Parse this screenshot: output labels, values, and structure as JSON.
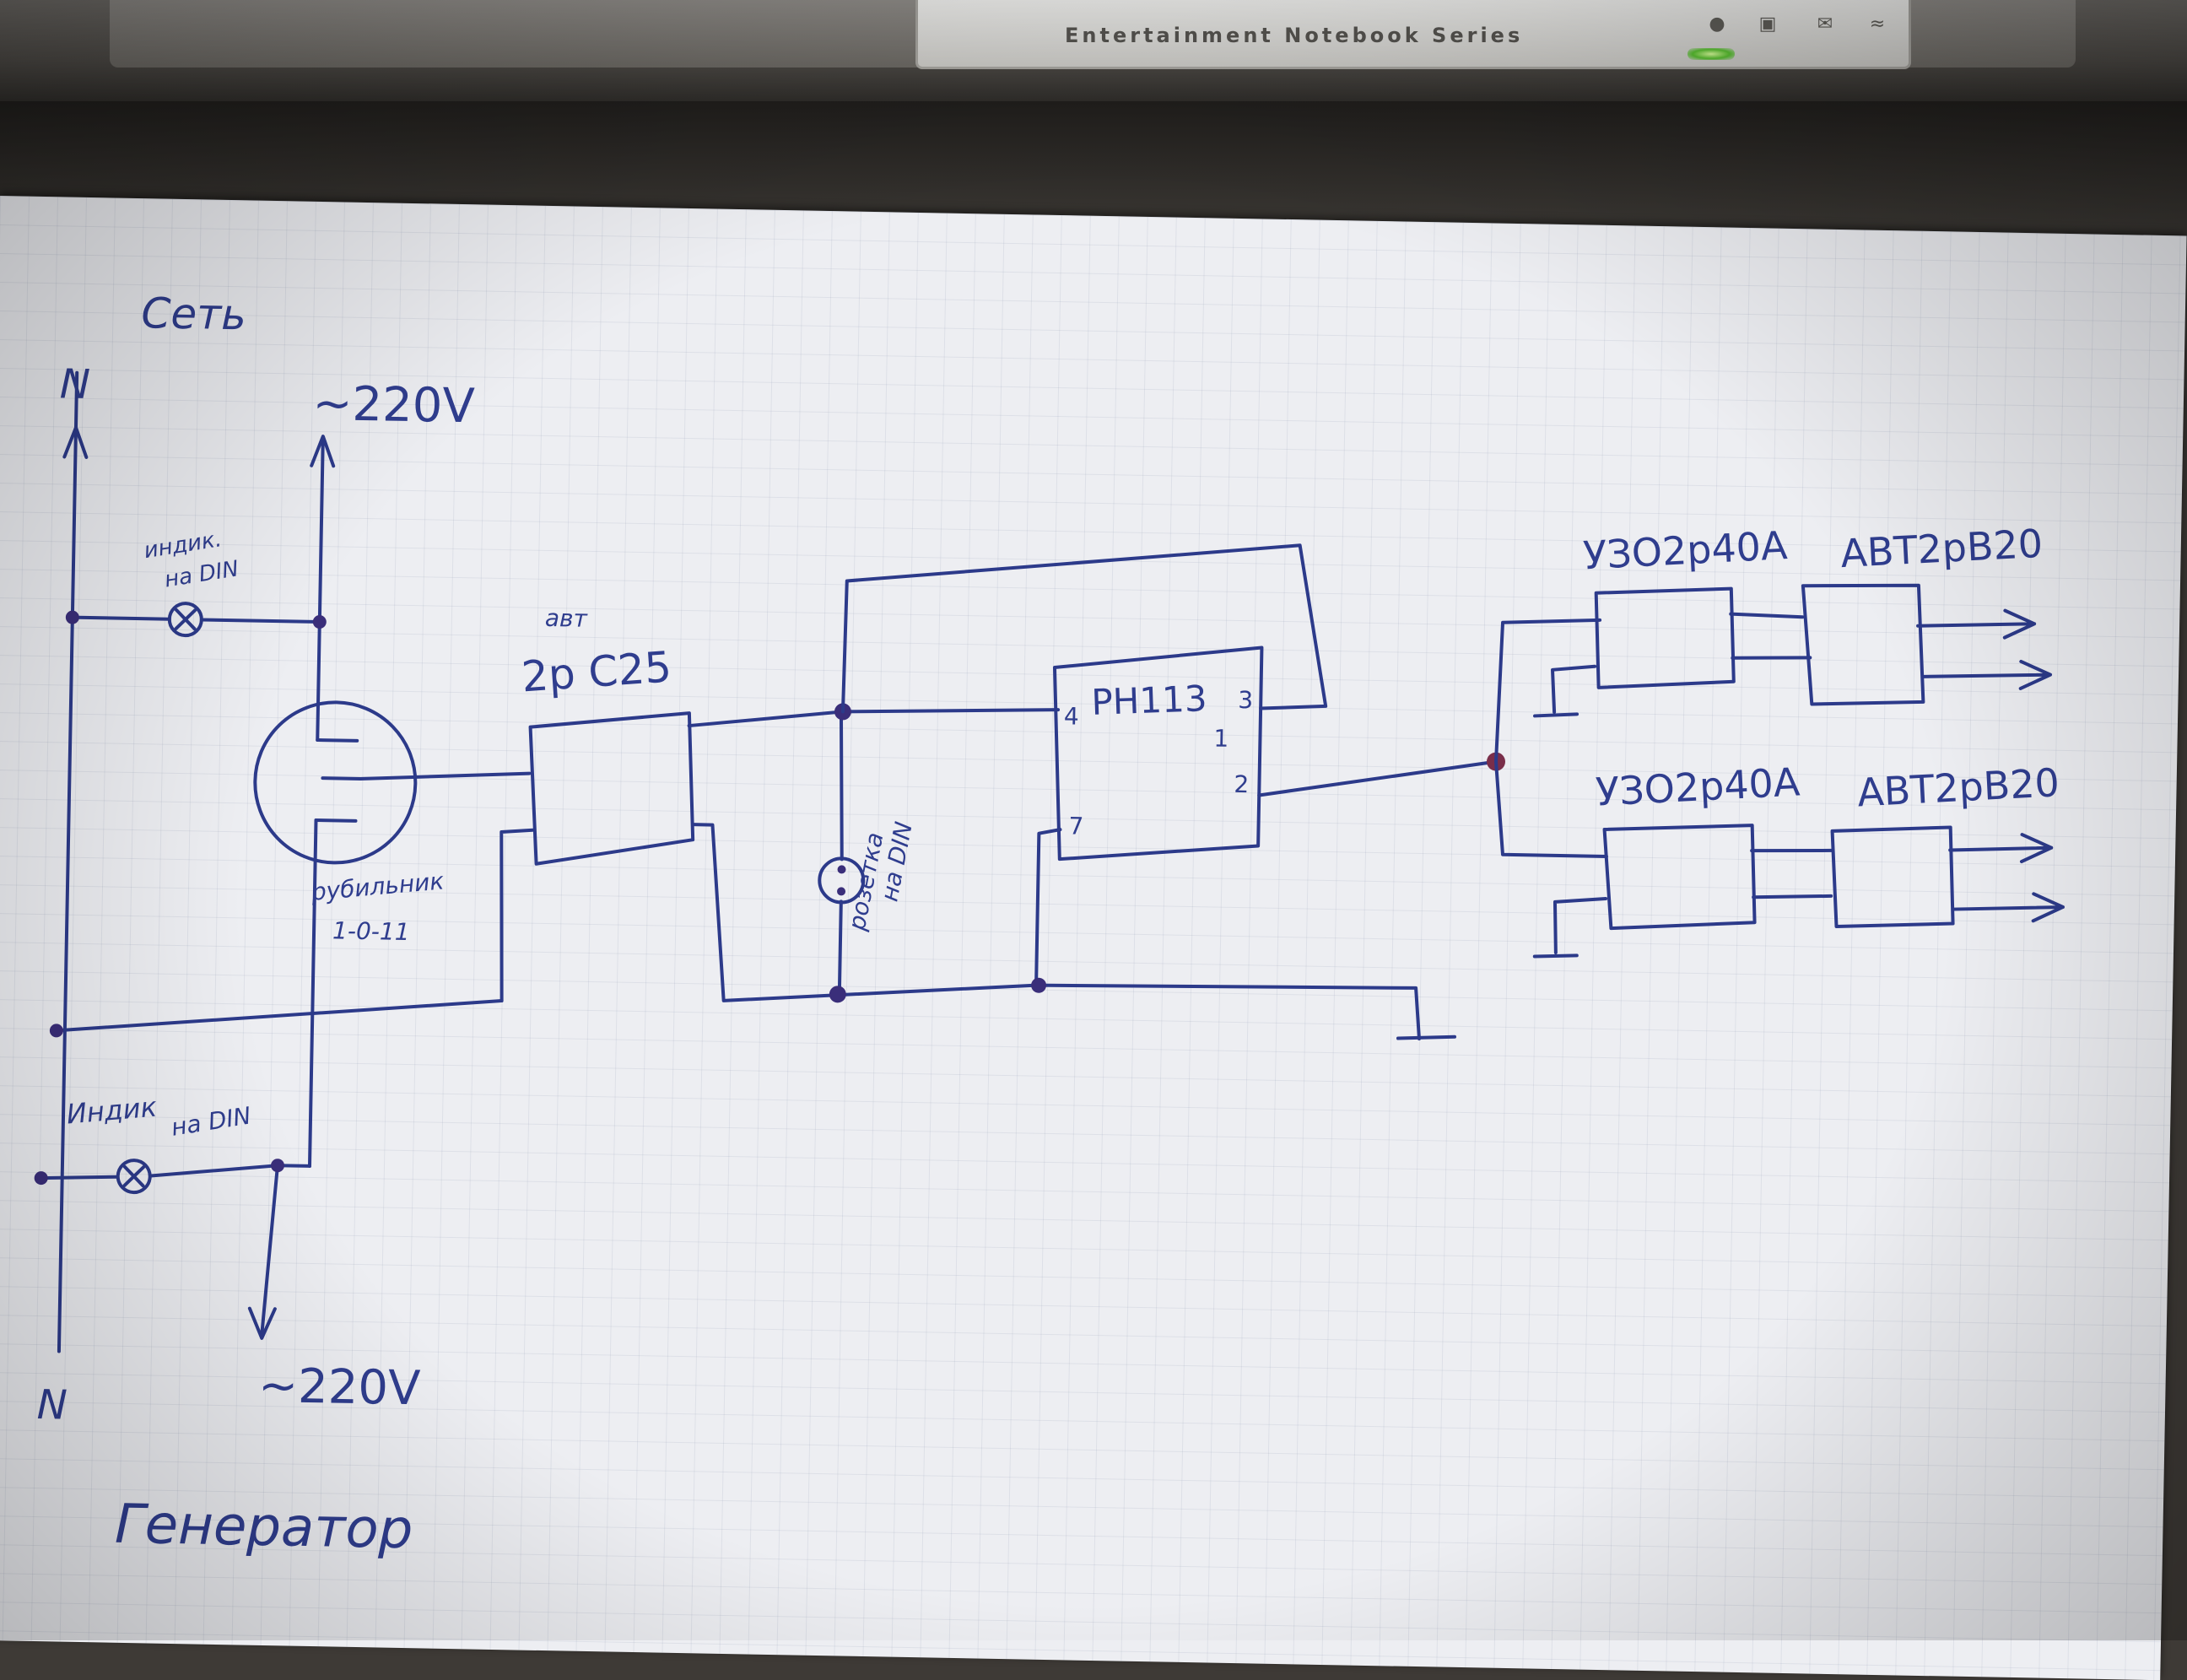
{
  "laptop": {
    "strip_label": "Entertainment  Notebook  Series",
    "icons": [
      "bulb-icon",
      "disk-icon",
      "mail-icon",
      "wifi-icon"
    ]
  },
  "diagram": {
    "mains_source": "Сеть",
    "generator_source": "Генератор",
    "neutral_top": "N",
    "neutral_bottom": "N",
    "voltage_top": "~220V",
    "voltage_bottom": "~220V",
    "indicator_top_line1": "индик.",
    "indicator_top_line2": "на DIN",
    "indicator_bottom_line1": "Индик",
    "indicator_bottom_line2": "на DIN",
    "switch_line1": "рубильник",
    "switch_line2": "1-0-11",
    "breaker_top": "авт",
    "breaker_main": "2р С25",
    "socket_line1": "розетка",
    "socket_line2": "на DIN",
    "relay_name": "РН113",
    "relay_pin_4": "4",
    "relay_pin_7": "7",
    "relay_pin_3": "3",
    "relay_pin_1": "1",
    "relay_pin_2": "2",
    "rcd_top": "УЗО2р40А",
    "breaker_out_top": "АВТ2рВ20",
    "rcd_bottom": "УЗО2р40А",
    "breaker_out_bottom": "АВТ2рВ20"
  },
  "colors": {
    "ink": "#2c3a8a",
    "paper": "#edeef2",
    "led": "#58c030"
  }
}
